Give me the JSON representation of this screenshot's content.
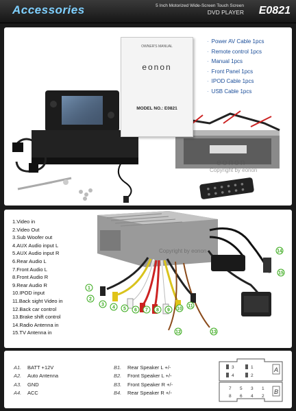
{
  "header": {
    "section_title": "Accessories",
    "desc_line1": "5 Inch Motorized Wide-Screen Touch Screen",
    "desc_line2": "DVD PLAYER",
    "model": "E0821"
  },
  "accessories_panel": {
    "items": [
      "Power AV Cable 1pcs",
      "Remote control 1pcs",
      "Manual 1pcs",
      "Front Panel 1pcs",
      "IPOD Cable 1pcs",
      "USB Cable 1pcs"
    ],
    "manual_title": "OWNER'S MANUAL",
    "manual_brand": "eonon",
    "manual_model": "MODEL NO.: E0821",
    "watermark_brand": "eonon",
    "watermark_text": "Copyright by eonon"
  },
  "wiring_panel": {
    "items": [
      "1.Video in",
      "2.Video Out",
      "3.Sub Woofer out",
      "4.AUX Audio input L",
      "5.AUX Audio input R",
      "6.Rear Audio L",
      "7.Front Audio L",
      "8.Front Audio R",
      "9.Rear Audio R",
      "10.IPOD input",
      "11.Back sight Video in",
      "12.Back car control",
      "13.Brake shift control",
      "14.Radio Antenna in",
      "15.TV Antenna in"
    ],
    "callouts": [
      "1",
      "2",
      "3",
      "4",
      "5",
      "6",
      "7",
      "8",
      "9",
      "10",
      "11",
      "12",
      "13",
      "14",
      "15"
    ],
    "watermark_text": "Copyright by eonon"
  },
  "pinout_panel": {
    "left": [
      {
        "code": "A1.",
        "label": "BATT +12V"
      },
      {
        "code": "A2.",
        "label": "Auto Antenna"
      },
      {
        "code": "A3.",
        "label": "GND"
      },
      {
        "code": "A4.",
        "label": "ACC"
      }
    ],
    "right": [
      {
        "code": "B1.",
        "label": "Rear Speaker L  +/-"
      },
      {
        "code": "B2.",
        "label": "Front Speaker L  +/-"
      },
      {
        "code": "B3.",
        "label": "Front Speaker R  +/-"
      },
      {
        "code": "B4.",
        "label": "Rear Speaker R  +/-"
      }
    ],
    "connector": {
      "row_a": [
        "3",
        "1"
      ],
      "row_a2": [
        "4",
        "2"
      ],
      "letter_a": "A",
      "row_b": [
        "7",
        "5",
        "3",
        "1"
      ],
      "row_b2": [
        "8",
        "6",
        "4",
        "2"
      ],
      "letter_b": "B"
    }
  },
  "colors": {
    "title_blue": "#7fd0ff",
    "list_blue": "#1a4d99",
    "callout_green": "#3aaa1c"
  }
}
